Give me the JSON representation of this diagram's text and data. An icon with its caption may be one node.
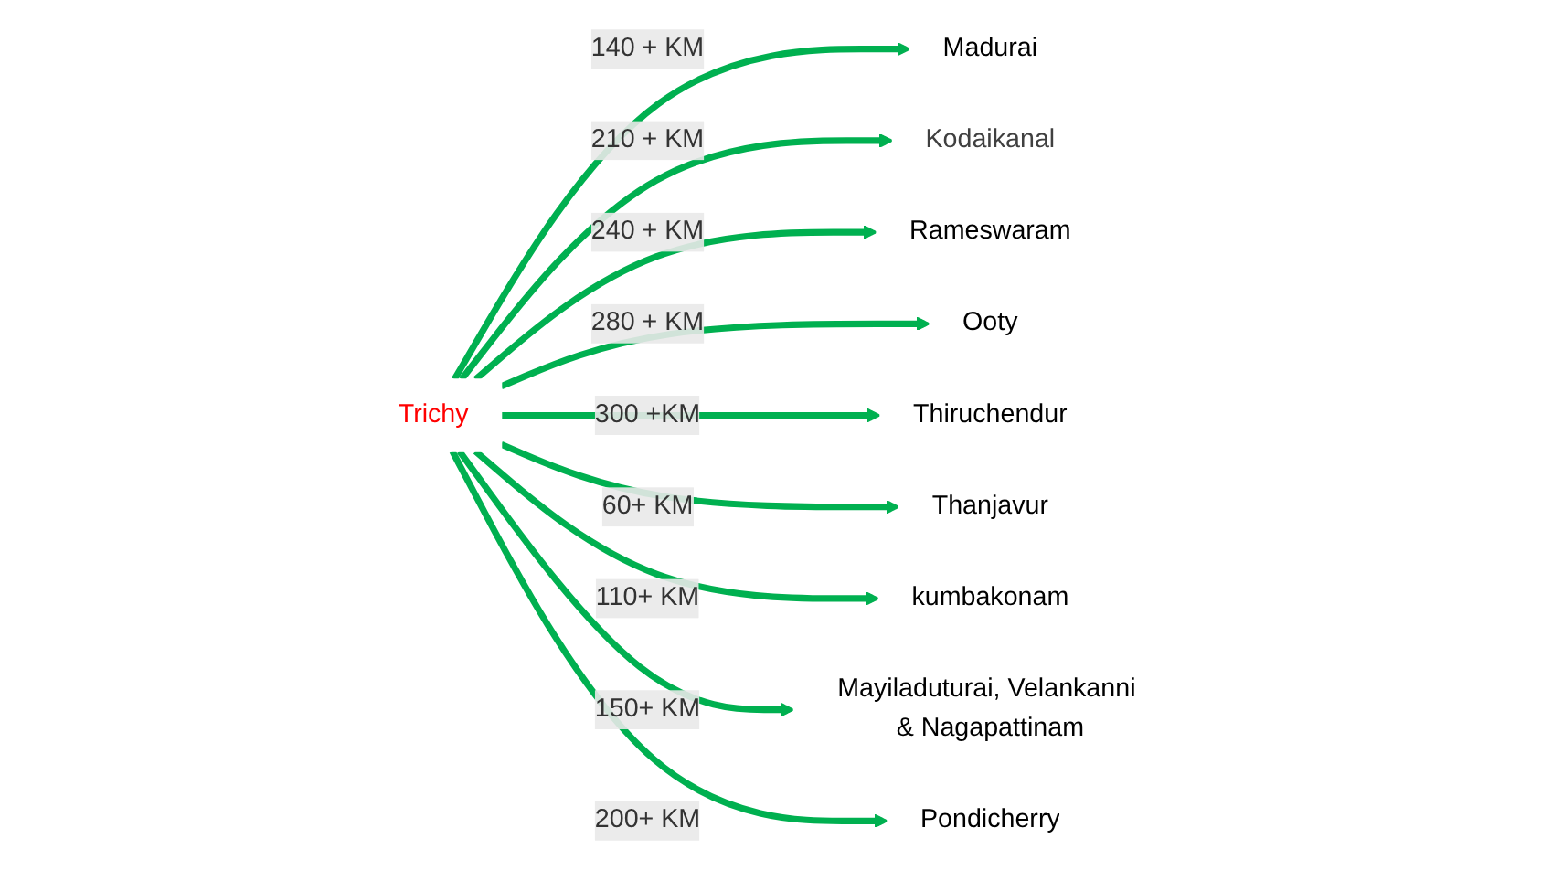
{
  "diagram": {
    "nodes": [
      {
        "text": [
          "Trichy"
        ]
      },
      {
        "text": [
          "Madurai"
        ]
      },
      {
        "text": [
          "Kodaikanal"
        ]
      },
      {
        "text": [
          "Rameswaram"
        ]
      },
      {
        "text": [
          "Ooty"
        ]
      },
      {
        "text": [
          "Thanjavur"
        ]
      },
      {
        "text": [
          "kumbakonam"
        ]
      },
      {
        "text": [
          "Mayiladuturai, Velankanni & Nagapattinam"
        ]
      },
      {
        "text": [
          "Pondicherry"
        ]
      },
      {
        "text": [
          "Thiruchendur"
        ]
      }
    ],
    "edges": [
      {
        "from": 0,
        "to": 1,
        "arrow": "to",
        "label": "140 + KM"
      },
      {
        "from": 0,
        "to": 2,
        "arrow": "to",
        "label": "210 + KM"
      },
      {
        "from": 0,
        "to": 3,
        "arrow": "to",
        "label": "240 + KM"
      },
      {
        "from": 0,
        "to": 4,
        "arrow": "to",
        "label": "280 + KM"
      },
      {
        "from": 0,
        "to": 9,
        "arrow": "to",
        "label": "300 +KM"
      },
      {
        "from": 0,
        "to": 5,
        "arrow": "to",
        "label": "60+ KM"
      },
      {
        "from": 0,
        "to": 6,
        "arrow": "to",
        "label": "110+ KM"
      },
      {
        "from": 0,
        "to": 7,
        "arrow": "to",
        "label": "150+ KM"
      },
      {
        "from": 0,
        "to": 8,
        "arrow": "to",
        "label": "200+ KM"
      }
    ]
  }
}
